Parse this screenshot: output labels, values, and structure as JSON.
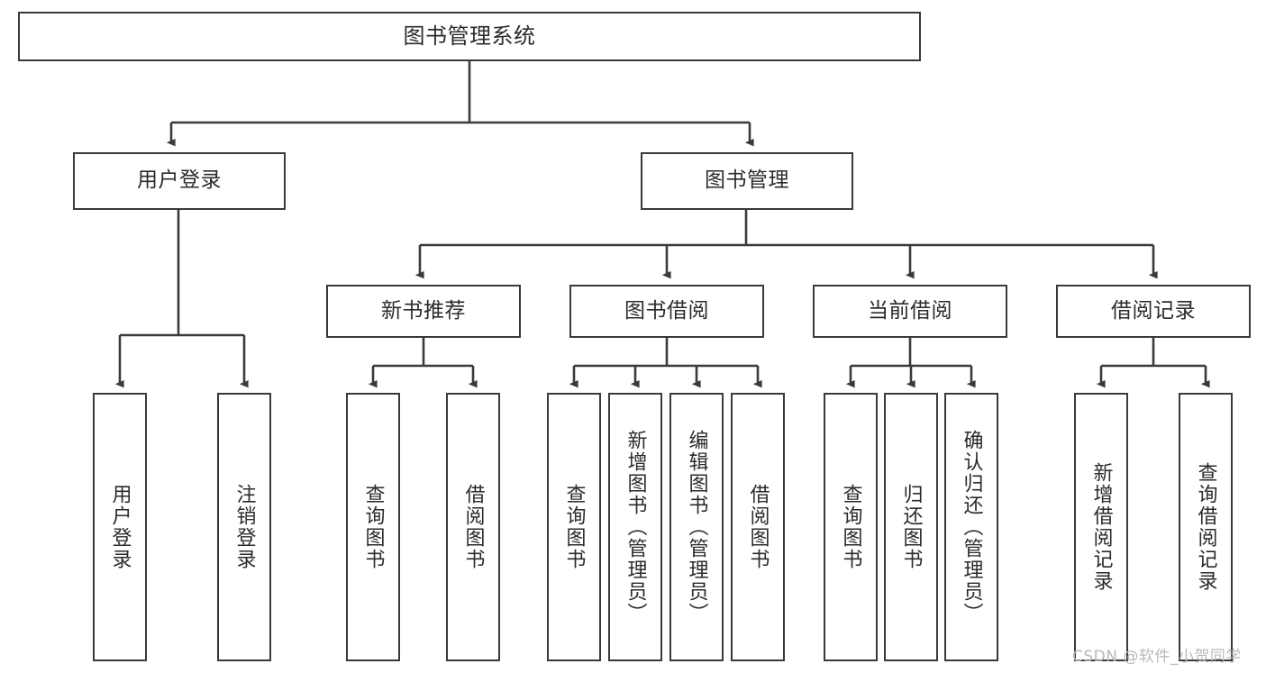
{
  "diagram": {
    "title": "图书管理系统",
    "type": "hierarchy-tree",
    "watermark": "CSDN @软件_小贺同学",
    "colors": {
      "stroke": "#3a3a3a",
      "fill": "#ffffff",
      "text": "#2b2b2b",
      "watermark": "#b9b9b9"
    },
    "levels": {
      "level1": [
        "图书管理系统"
      ],
      "level2": [
        "用户登录",
        "图书管理"
      ],
      "level3": [
        "新书推荐",
        "图书借阅",
        "当前借阅",
        "借阅记录"
      ],
      "level4": [
        "用户登录",
        "注销登录",
        "查询图书",
        "借阅图书",
        "查询图书",
        "新增图书（管理员）",
        "编辑图书（管理员）",
        "借阅图书",
        "查询图书",
        "归还图书",
        "确认归还（管理员）",
        "新增借阅记录",
        "查询借阅记录"
      ]
    },
    "nodes": {
      "root": {
        "label": "图书管理系统"
      },
      "user_login": {
        "label": "用户登录"
      },
      "book_mgmt": {
        "label": "图书管理"
      },
      "new_book_rec": {
        "label": "新书推荐"
      },
      "book_borrow": {
        "label": "图书借阅"
      },
      "current_borrow": {
        "label": "当前借阅"
      },
      "borrow_record": {
        "label": "借阅记录"
      },
      "leaf_user_login": {
        "label": "用户登录"
      },
      "leaf_logout": {
        "label": "注销登录"
      },
      "leaf_query_book_1": {
        "label": "查询图书"
      },
      "leaf_borrow_book_1": {
        "label": "借阅图书"
      },
      "leaf_query_book_2": {
        "label": "查询图书"
      },
      "leaf_add_book": {
        "label": "新增图书（管理员）"
      },
      "leaf_edit_book": {
        "label": "编辑图书（管理员）"
      },
      "leaf_borrow_book_2": {
        "label": "借阅图书"
      },
      "leaf_query_book_3": {
        "label": "查询图书"
      },
      "leaf_return_book": {
        "label": "归还图书"
      },
      "leaf_confirm_return": {
        "label": "确认归还（管理员）"
      },
      "leaf_add_record": {
        "label": "新增借阅记录"
      },
      "leaf_query_record": {
        "label": "查询借阅记录"
      }
    },
    "edges": [
      {
        "from": "图书管理系统",
        "to": "用户登录"
      },
      {
        "from": "图书管理系统",
        "to": "图书管理"
      },
      {
        "from": "图书管理",
        "to": "新书推荐"
      },
      {
        "from": "图书管理",
        "to": "图书借阅"
      },
      {
        "from": "图书管理",
        "to": "当前借阅"
      },
      {
        "from": "图书管理",
        "to": "借阅记录"
      },
      {
        "from": "用户登录",
        "to": "用户登录"
      },
      {
        "from": "用户登录",
        "to": "注销登录"
      },
      {
        "from": "新书推荐",
        "to": "查询图书"
      },
      {
        "from": "新书推荐",
        "to": "借阅图书"
      },
      {
        "from": "图书借阅",
        "to": "查询图书"
      },
      {
        "from": "图书借阅",
        "to": "新增图书（管理员）"
      },
      {
        "from": "图书借阅",
        "to": "编辑图书（管理员）"
      },
      {
        "from": "图书借阅",
        "to": "借阅图书"
      },
      {
        "from": "当前借阅",
        "to": "查询图书"
      },
      {
        "from": "当前借阅",
        "to": "归还图书"
      },
      {
        "from": "当前借阅",
        "to": "确认归还（管理员）"
      },
      {
        "from": "借阅记录",
        "to": "新增借阅记录"
      },
      {
        "from": "借阅记录",
        "to": "查询借阅记录"
      }
    ]
  }
}
